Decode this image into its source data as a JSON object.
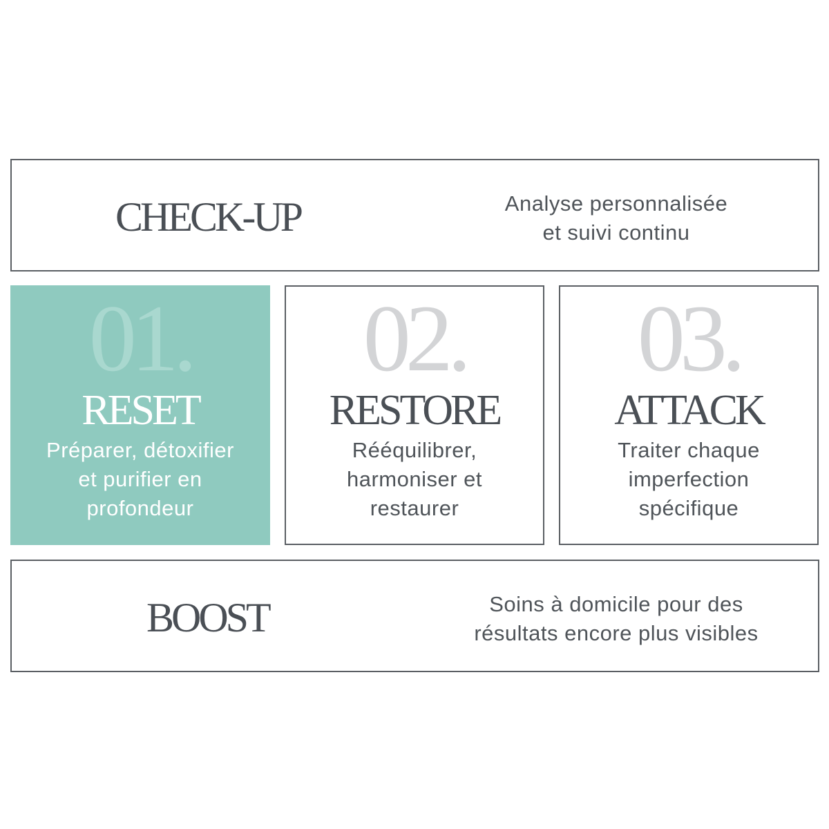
{
  "colors": {
    "accent": "#8fcabf",
    "text": "#4a4f55",
    "number": "#d3d4d6",
    "border": "#5a5e63"
  },
  "checkup": {
    "title": "CHECK-UP",
    "description_lines": [
      "Analyse personnalisée",
      "et suivi continu"
    ]
  },
  "steps": [
    {
      "number": "01.",
      "title": "RESET",
      "description_lines": [
        "Préparer, détoxifier",
        "et purifier en",
        "profondeur"
      ],
      "active": true
    },
    {
      "number": "02.",
      "title": "RESTORE",
      "description_lines": [
        "Rééquilibrer,",
        "harmoniser et",
        "restaurer"
      ],
      "active": false
    },
    {
      "number": "03.",
      "title": "ATTACK",
      "description_lines": [
        "Traiter chaque",
        "imperfection",
        "spécifique"
      ],
      "active": false
    }
  ],
  "boost": {
    "title": "BOOST",
    "description_lines": [
      "Soins à domicile pour des",
      "résultats encore plus visibles"
    ]
  }
}
